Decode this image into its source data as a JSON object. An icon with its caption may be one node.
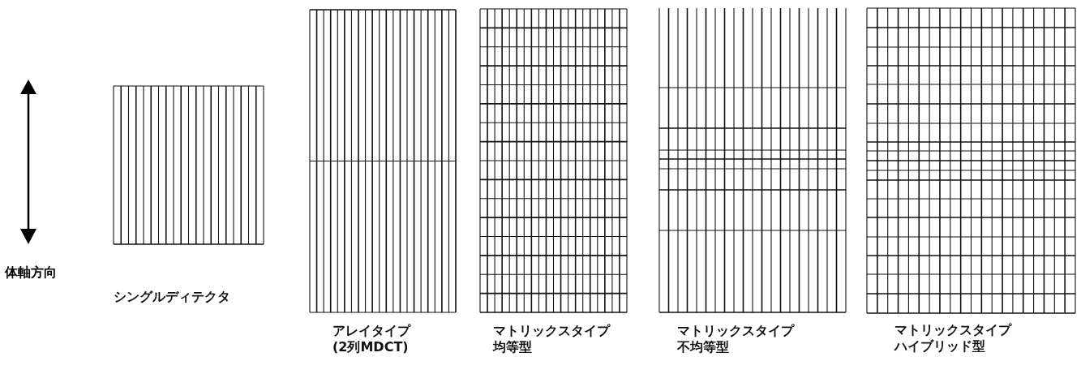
{
  "diagram": {
    "nodes": [
      {
        "text": [
          "シングルディテクタ"
        ]
      },
      {
        "text": [
          "アレイタイプ",
          "(2列MDCT)"
        ]
      },
      {
        "text": [
          "マトリックスタイプ",
          "均等型"
        ]
      },
      {
        "text": [
          "マトリックスタイプ",
          "不均等型"
        ]
      },
      {
        "text": [
          "マトリックスタイプ",
          "ハイブリッド型"
        ]
      }
    ],
    "labels": [
      "体軸方向"
    ]
  }
}
